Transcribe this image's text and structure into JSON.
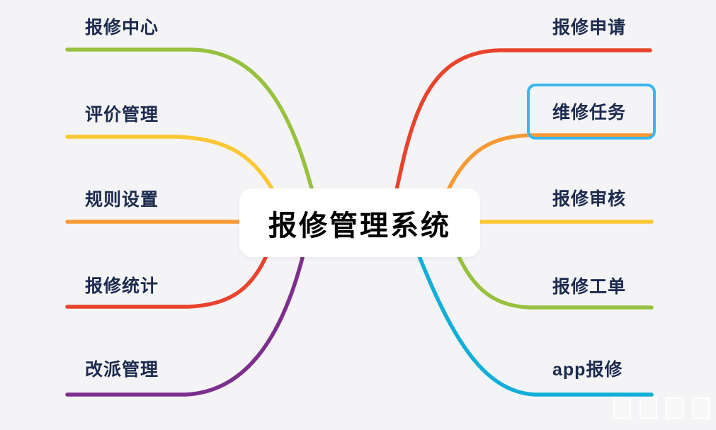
{
  "canvas": {
    "background_color": "#f4f4f6",
    "label_text_color": "#1c2a4e"
  },
  "center": {
    "title": "报修管理系统",
    "text_color": "#000000",
    "box_color": "#ffffff"
  },
  "branches": [
    {
      "label": "报修中心",
      "color": "#97c13e",
      "side": "left"
    },
    {
      "label": "评价管理",
      "color": "#fbc733",
      "side": "left"
    },
    {
      "label": "规则设置",
      "color": "#f79a33",
      "side": "left"
    },
    {
      "label": "报修统计",
      "color": "#e8432d",
      "side": "left"
    },
    {
      "label": "改派管理",
      "color": "#7d2f8d",
      "side": "left"
    },
    {
      "label": "报修申请",
      "color": "#e8432d",
      "side": "right"
    },
    {
      "label": "维修任务",
      "color": "#f79a33",
      "side": "right",
      "selected": true
    },
    {
      "label": "报修审核",
      "color": "#fbc733",
      "side": "right"
    },
    {
      "label": "报修工单",
      "color": "#97c13e",
      "side": "right"
    },
    {
      "label": "app报修",
      "color": "#11aed8",
      "side": "right"
    }
  ],
  "selection": {
    "target": "维修任务",
    "outline_color": "#3cb6ea"
  },
  "watermark": {
    "glyph_count": 4
  }
}
